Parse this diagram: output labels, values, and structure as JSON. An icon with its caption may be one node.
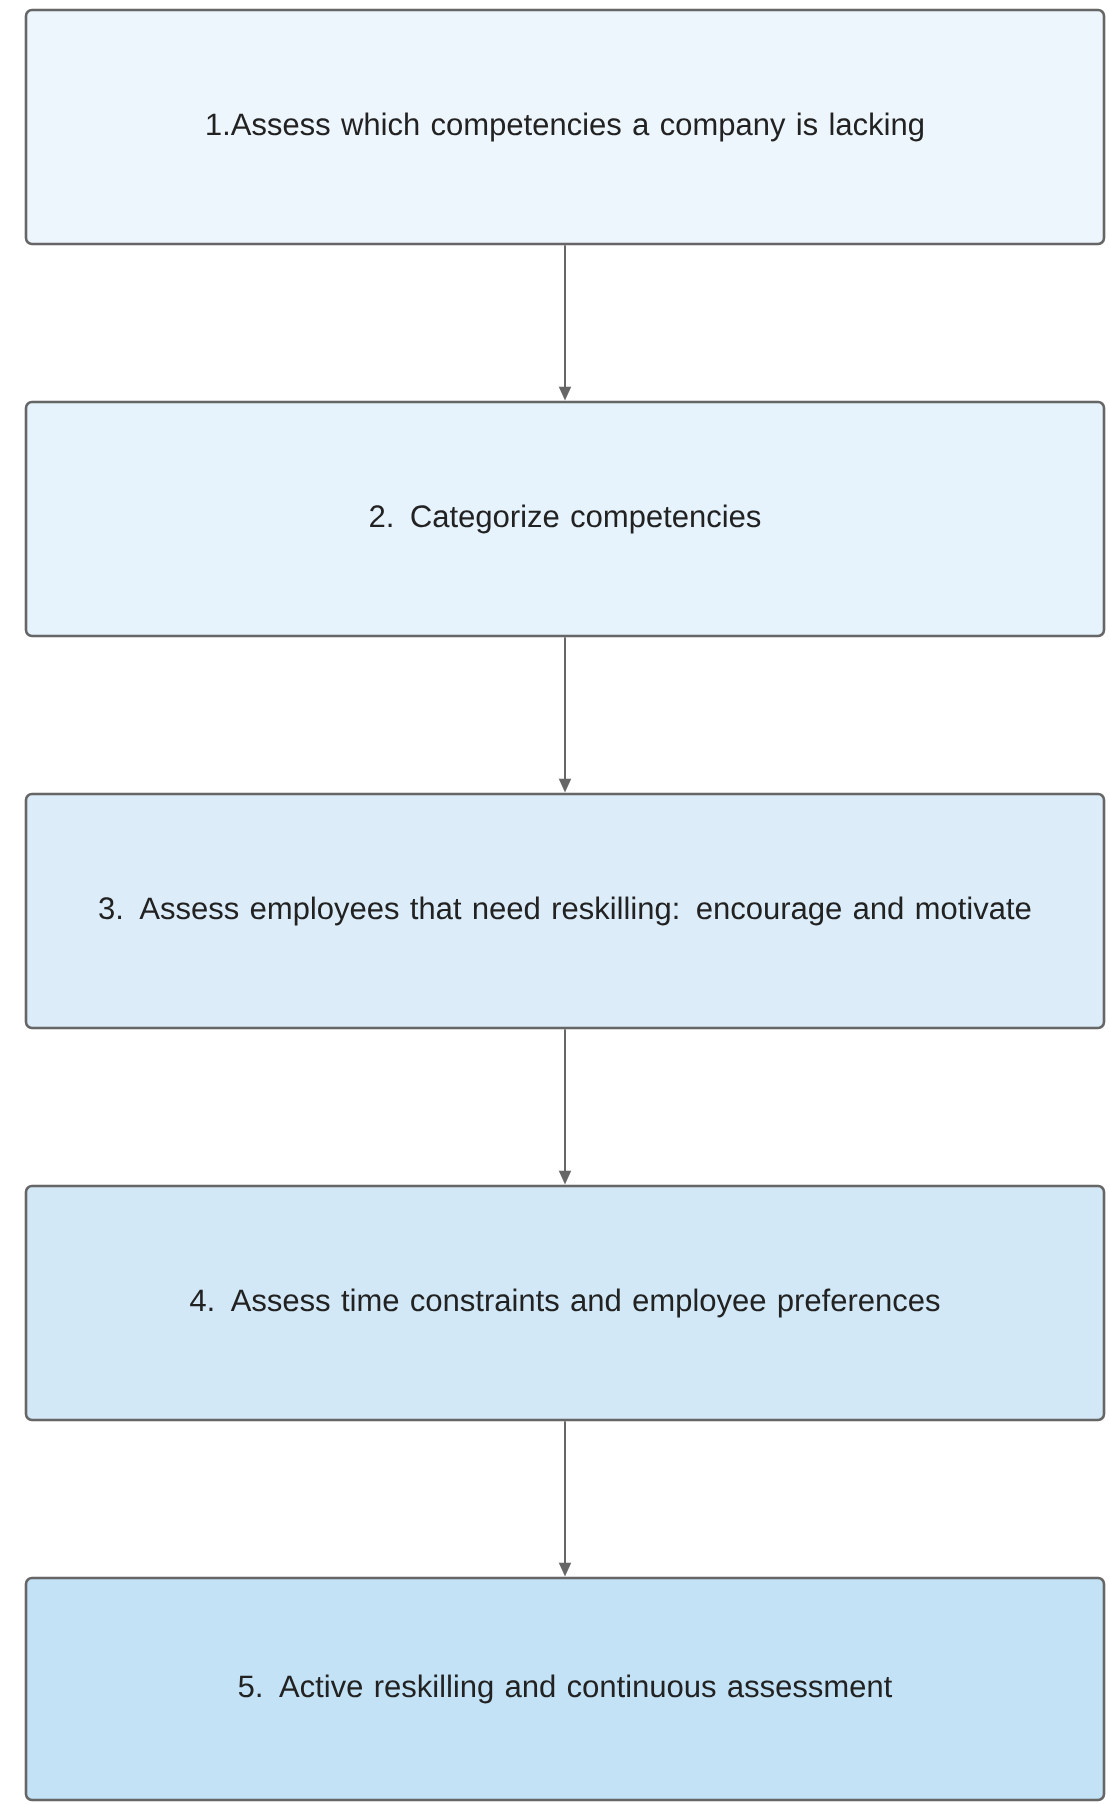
{
  "diagram": {
    "nodes": [
      {
        "text": [
          "1.Assess which competencies a company is lacking"
        ]
      },
      {
        "text": [
          "2. Categorize competencies"
        ]
      },
      {
        "text": [
          "3. Assess employees that need reskilling: encourage and motivate"
        ]
      },
      {
        "text": [
          "4. Assess time constraints and employee preferences"
        ]
      },
      {
        "text": [
          "5. Active reskilling and continuous assessment"
        ]
      }
    ],
    "edges": [
      {
        "from": 0,
        "to": 1,
        "arrow": "to"
      },
      {
        "from": 1,
        "to": 2,
        "arrow": "to"
      },
      {
        "from": 2,
        "to": 3,
        "arrow": "to"
      },
      {
        "from": 3,
        "to": 4,
        "arrow": "to"
      }
    ]
  }
}
